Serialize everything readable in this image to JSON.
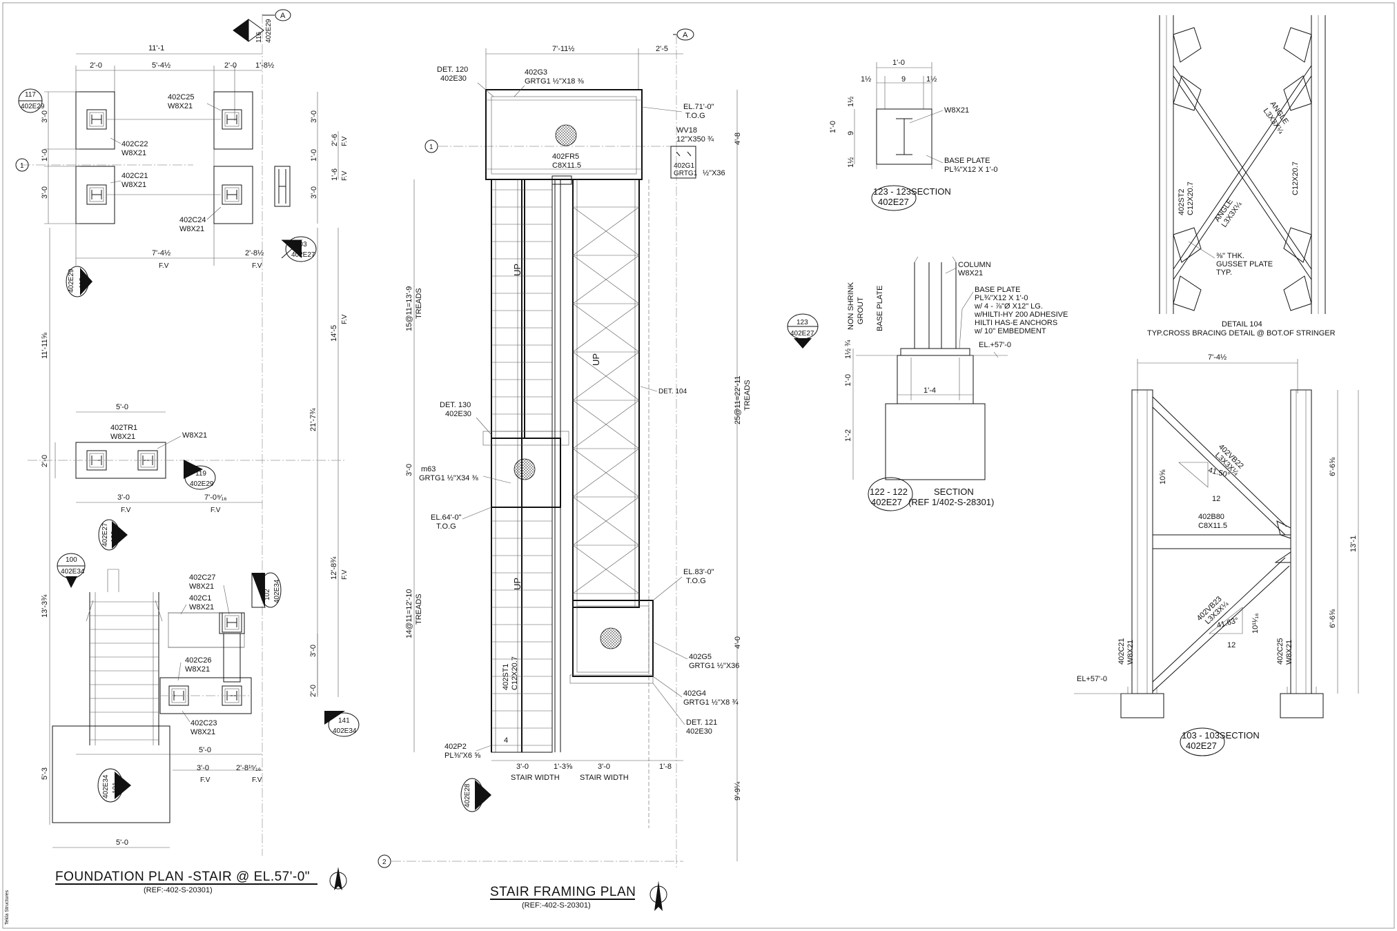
{
  "foundation_plan": {
    "title": "FOUNDATION PLAN -STAIR @ EL.57'-0\"",
    "ref": "(REF:-402-S-20301)",
    "dims": {
      "overall_top": "11'-1",
      "top_1": "2'-0",
      "top_2": "5'-4½",
      "top_3": "2'-0",
      "top_4": "1'-8½",
      "left_top": "3'-0",
      "left_mid": "1'-0",
      "left_bot": "3'-0",
      "right_1": "3'-0",
      "right_2": "2'-6",
      "right_3": "1'-0",
      "right_4": "1'-6",
      "right_5": "3'-0",
      "fv": "F.V",
      "bottom_1": "7'-4½",
      "bottom_2": "2'-8½",
      "left_overall": "11'-11⅝",
      "right_a": "14'-5",
      "right_b": "21'-7¾",
      "tr_width": "5'-0",
      "tr_height": "2'-0",
      "tr_bot_1": "3'-0",
      "tr_bot_2": "7'-0⁹⁄₁₆",
      "lower_left": "13'-3¾",
      "lower_right": "12'-8¾",
      "lower_r1": "3'-0",
      "lower_r2": "2'-0",
      "base_w": "5'-0",
      "base_b1": "3'-0",
      "base_b2": "2'-8¹⁵⁄₁₆",
      "base_h": "5'-3",
      "base_bottom": "5'-0"
    },
    "columns": [
      {
        "mark": "402C22",
        "size": "W8X21"
      },
      {
        "mark": "402C25",
        "size": "W8X21"
      },
      {
        "mark": "402C21",
        "size": "W8X21"
      },
      {
        "mark": "402C24",
        "size": "W8X21"
      },
      {
        "mark": "402TR1",
        "size": "W8X21"
      },
      {
        "mark": "402C27",
        "size": "W8X21"
      },
      {
        "mark": "402C1",
        "size": "W8X21"
      },
      {
        "mark": "402C26",
        "size": "W8X21"
      },
      {
        "mark": "402C23",
        "size": "W8X21"
      }
    ],
    "tr_side_size": "W8X21",
    "callouts": [
      {
        "num": "117",
        "sheet": "402E29"
      },
      {
        "num": "116",
        "sheet": "402E29"
      },
      {
        "num": "103",
        "sheet": "402E27"
      },
      {
        "num": "118",
        "sheet": "402E29"
      },
      {
        "num": "119",
        "sheet": "402E29"
      },
      {
        "num": "122",
        "sheet": "402E27"
      },
      {
        "num": "100",
        "sheet": "402E34"
      },
      {
        "num": "102",
        "sheet": "402E34"
      },
      {
        "num": "141",
        "sheet": "402E34"
      },
      {
        "num": "101",
        "sheet": "402E34"
      }
    ]
  },
  "stair_plan": {
    "title": "STAIR FRAMING PLAN",
    "ref": "(REF:-402-S-20301)",
    "dims": {
      "top_w": "7'-11½",
      "top_r": "2'-5",
      "right_1": "4'-8",
      "treads_upper": "15@11=13'-9",
      "treads_word": "TREADS",
      "treads_lower": "14@11=12'-10",
      "treads_right": "25@11=22'-11",
      "mid_3": "3'-0",
      "right_4": "4'-0",
      "bot_1": "3'-0",
      "bot_2": "1'-3⅝",
      "bot_3": "3'-0",
      "bot_4": "1'-8",
      "stair_width": "STAIR WIDTH",
      "bot_right": "9'-9¼",
      "four": "4"
    },
    "labels": {
      "det120": "DET. 120",
      "det120_sheet": "402E30",
      "g3": "402G3",
      "g3_spec": "GRTG1 ½\"X18 ⅜",
      "el71": "EL.71'-0\"",
      "tog": "T.O.G",
      "wv18": "WV18",
      "wv18_spec": "12\"X350 ¾",
      "fr5": "402FR5",
      "fr5_size": "C8X11.5",
      "g1": "402G1",
      "g1_spec": "GRTG1",
      "g1_len": "½\"X36",
      "det104": "DET. 104",
      "det130": "DET. 130",
      "det130_sheet": "402E30",
      "m63": "m63",
      "m63_spec": "GRTG1 ½\"X34 ⅜",
      "el64": "EL.64'-0\"",
      "el64_tog": "T.O.G",
      "el83": "EL.83'-0\"",
      "el83_tog": "T.O.G",
      "g5": "402G5",
      "g5_spec": "GRTG1 ½\"X36",
      "g4": "402G4",
      "g4_spec": "GRTG1 ½\"X8 ¾",
      "det121": "DET. 121",
      "det121_sheet": "402E30",
      "st1": "402ST1",
      "st1_size": "C12X20.7",
      "p2": "402P2",
      "p2_spec": "PL⅜\"X6 ⅝",
      "up": "UP",
      "callout_num": "142",
      "callout_sheet": "402E28"
    }
  },
  "grid": {
    "a": "A",
    "g1": "1",
    "g2": "2"
  },
  "section_123": {
    "title": "123 - 123SECTION",
    "sheet": "402E27",
    "top": "1'-0",
    "d1": "1½",
    "d2": "9",
    "d3": "1½",
    "v1": "1½",
    "v2": "9",
    "v3": "1½",
    "vo": "1'-0",
    "col": "W8X21",
    "bp": "BASE PLATE",
    "bp_spec": "PL¾\"X12 X 1'-0"
  },
  "section_122": {
    "title_a": "122 - 122",
    "title_b": "SECTION",
    "sheet": "402E27",
    "ref": "(REF 1/402-S-28301)",
    "callout_num": "123",
    "callout_sheet": "402E27",
    "column": "COLUMN",
    "column_size": "W8X21",
    "bp": "BASE PLATE",
    "bp_l1": "PL¾\"X12 X 1'-0",
    "bp_l2": "w/ 4 - ⅞\"Ø X12\" LG.",
    "bp_l3": "w/HILTI-HY 200 ADHESIVE",
    "bp_l4": "HILTI HAS-E ANCHORS",
    "bp_l5": "w/ 10\" EMBEDMENT",
    "grout": "NON SHRINK",
    "grout2": "GROUT",
    "bp_side": "BASE PLATE",
    "el": "EL.+57'-0",
    "d_34": "¾",
    "d_112": "1½",
    "d_10": "1'-0",
    "d_12": "1'-2",
    "w": "1'-4"
  },
  "detail_104": {
    "title": "DETAIL 104",
    "subtitle": "TYP.CROSS BRACING DETAIL @ BOT.OF STRINGER",
    "angle": "ANGLE",
    "angle_size": "L3X3X¼",
    "st2": "402ST2",
    "st2_size": "C12X20.7",
    "right": "C12X20.7",
    "gusset": "⅜\" THK.",
    "gusset2": "GUSSET PLATE",
    "gusset3": "TYP."
  },
  "section_103": {
    "title": "103 - 103SECTION",
    "sheet": "402E27",
    "top": "7'-4½",
    "r1": "6'-6⅝",
    "r2": "13'-1",
    "r3": "6'-6⅝",
    "vb22": "402VB22",
    "vb22_size": "L3X3X¼",
    "ang1": "41.50°",
    "s1": "10⅝",
    "s1b": "12",
    "b80": "402B80",
    "b80_size": "C8X11.5",
    "vb23": "402VB23",
    "vb23_size": "L3X3X¼",
    "ang2": "41.63°",
    "s2": "10¹¹⁄₁₆",
    "s2b": "12",
    "c21": "402C21",
    "c21_size": "W8X21",
    "c25": "402C25",
    "c25_size": "W8X21",
    "el": "EL+57'-0"
  },
  "side_note": "Tekla Structures"
}
